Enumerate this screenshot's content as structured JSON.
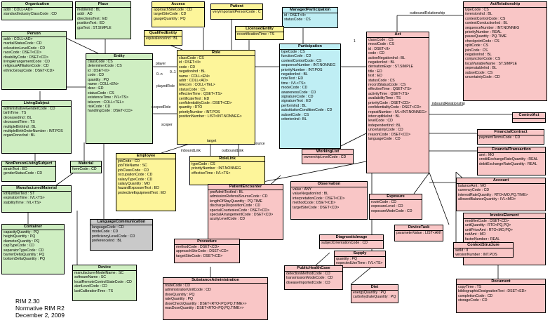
{
  "caption": [
    "RIM 2.30",
    "Normative RIM R2",
    "December 2, 2009"
  ],
  "classes": [
    {
      "id": "organization",
      "title": "Organization",
      "color": "g",
      "attrs": [
        "addr : COLL<AD>",
        "standardIndustryClassCode : CD"
      ]
    },
    {
      "id": "place",
      "title": "Place",
      "color": "g",
      "attrs": [
        "mobileInd : BL",
        "addr : AD",
        "directionsText : ED",
        "positionText : ED",
        "gpsText : ST.SIMPLE"
      ]
    },
    {
      "id": "access",
      "title": "Access",
      "color": "y",
      "attrs": [
        "approachSiteCode : CD",
        "targetSiteCode : CD",
        "gaugeQuantity : PQ"
      ]
    },
    {
      "id": "patient",
      "title": "Patient",
      "color": "y",
      "attrs": [
        "veryImportantPersonCode : CD"
      ]
    },
    {
      "id": "managed-participation",
      "title": "ManagedParticipation",
      "color": "c",
      "attrs": [
        "id : DSET<II>",
        "statusCode : CS"
      ]
    },
    {
      "id": "act-relationship",
      "title": "ActRelationship",
      "color": "p",
      "attrs": [
        "typeCode : CS",
        "inversionInd : BL",
        "contextControlCode : CS",
        "contextConductionInd : BL",
        "sequenceNumber : INT.NONNEG",
        "priorityNumber : REAL",
        "pauseQuantity : PQ.TIME",
        "checkpointCode : CS",
        "splitCode : CS",
        "joinCode : CS",
        "negationInd : BL",
        "conjunctionCode : CS",
        "localVariableName : ST.SIMPLE",
        "seperatableInd : BL",
        "subsetCode : CS",
        "uncertaintyCode : CD"
      ]
    },
    {
      "id": "person",
      "title": "Person",
      "color": "g",
      "attrs": [
        "addr : COLL<AD>",
        "maritalStatusCode : CD",
        "educationLevelCode : CD",
        "raceCode : DSET<CD>",
        "disabilityCode : DSET<CD>",
        "livingArrangementCode : CD",
        "religiousAffiliationCode : CD",
        "ethnicGroupCode : DSET<CD>"
      ]
    },
    {
      "id": "qualified-entity",
      "title": "QualifiedEntity",
      "color": "y",
      "attrs": [
        "equivalenceInd : BL"
      ]
    },
    {
      "id": "licensed-entity",
      "title": "LicensedEntity",
      "color": "y",
      "attrs": [
        "recertificationTime : TS"
      ]
    },
    {
      "id": "entity",
      "title": "Entity",
      "color": "g",
      "attrs": [
        "classCode : CS",
        "determinerCode : CS",
        "id : DSET<II>",
        "code : CD",
        "quantity : PQ",
        "name : COLL<EN>",
        "desc : ED",
        "statusCode : CS",
        "existenceTime : IVL<TS>",
        "telecom : COLL<TEL>",
        "riskCode : CD",
        "handlingCode : DSET<CD>"
      ]
    },
    {
      "id": "role",
      "title": "Role",
      "color": "y",
      "attrs": [
        "classCode : CS",
        "id : DSET<II>",
        "code : CD",
        "negationInd : BL",
        "name : COLL<EN>",
        "addr : COLL<AD>",
        "telecom : COLL<TEL>",
        "statusCode : CS",
        "effectiveTime : QSET<TS>",
        "certificateText : ED",
        "confidentialityCode : DSET<CD>",
        "quantity : RTO",
        "priorityNumber : INT.POS",
        "positionNumber : LIST<INT.NONNEG>"
      ]
    },
    {
      "id": "participation",
      "title": "Participation",
      "color": "c",
      "attrs": [
        "typeCode : CS",
        "functionCode : CD",
        "contextControlCode : CS",
        "sequenceNumber : INT.NONNEG",
        "priorityNumber : INT.POS",
        "negationInd : BL",
        "noteText : ED",
        "time : IVL<TS>",
        "modeCode : CD",
        "awarenessCode : CD",
        "signatureCode : CD",
        "signatureText : ED",
        "performInd : BL",
        "substitutionConditionCode : CD",
        "subsetCode : CS",
        "criterionInd : BL"
      ]
    },
    {
      "id": "act",
      "title": "Act",
      "color": "p",
      "attrs": [
        "classCode : CS",
        "moodCode : CS",
        "id : DSET<II>",
        "code : CD",
        "actionNegationInd : BL",
        "negationInd : BL",
        "derivationExpr : ST.SIMPLE",
        "title : ED",
        "text : ED",
        "statusCode : CS",
        "recordStatusCode : CS",
        "effectiveTime : QSET<TS>",
        "activityTime : QSET<TS>",
        "availabilityTime : TS",
        "priorityCode : DSET<CD>",
        "confidentialityCode : DSET<CD>",
        "repeatNumber : IVL<INT.NONNEG>",
        "interruptibleInd : BL",
        "levelCode : CD",
        "independentInd : BL",
        "uncertaintyCode : CD",
        "reasonCode : DSET<CD>",
        "languageCode : CD"
      ]
    },
    {
      "id": "living-subject",
      "title": "LivingSubject",
      "color": "g",
      "attrs": [
        "administrativeGenderCode : CD",
        "birthTime : TS",
        "deceasedInd : BL",
        "deceasedTime : TS",
        "multipleBirthInd : BL",
        "multipleBirthOrderNumber : INT.POS",
        "organDonorInd : BL"
      ]
    },
    {
      "id": "control-act",
      "title": "ControlAct",
      "color": "p",
      "attrs": []
    },
    {
      "id": "financial-contract",
      "title": "FinancialContract",
      "color": "p",
      "attrs": [
        "paymentTermsCode : CD"
      ]
    },
    {
      "id": "financial-transaction",
      "title": "FinancialTransaction",
      "color": "p",
      "attrs": [
        "amt : MO",
        "creditExchangeRateQuantity : REAL",
        "debitExchangeRateQuantity : REAL"
      ]
    },
    {
      "id": "non-person-living-subject",
      "title": "NonPersonLivingSubject",
      "color": "g",
      "attrs": [
        "strainText : ED",
        "genderStatusCode : CD"
      ]
    },
    {
      "id": "material",
      "title": "Material",
      "color": "g",
      "attrs": [
        "formCode : CD"
      ]
    },
    {
      "id": "employee",
      "title": "Employee",
      "color": "y",
      "attrs": [
        "jobCode : CD",
        "jobTitleName : SC",
        "jobClassCode : CD",
        "occupationCode : CD",
        "salaryTypeCode : CD",
        "salaryQuantity : MO",
        "hazardExposureText : ED",
        "protectiveEquipmentText : ED"
      ]
    },
    {
      "id": "role-link",
      "title": "RoleLink",
      "color": "y",
      "attrs": [
        "typeCode : CS",
        "priorityNumber : INT.NONNEG",
        "effectiveTime : IVL<TS>"
      ]
    },
    {
      "id": "working-list",
      "title": "WorkingList",
      "color": "p",
      "attrs": [
        "ownershipLevelCode : CD"
      ]
    },
    {
      "id": "manufactured-material",
      "title": "ManufacturedMaterial",
      "color": "g",
      "attrs": [
        "lotNumberText : ST",
        "expirationTime : IVL<TS>",
        "stabilityTime : IVL<TS>"
      ]
    },
    {
      "id": "patient-encounter",
      "title": "PatientEncounter",
      "color": "p",
      "attrs": [
        "preAdmitTestInd : BL",
        "admissionReferralSourceCode : CD",
        "lengthOfStayQuantity : PQ.TIME",
        "dischargeDispositionCode : CD",
        "specialCourtesiesCode : DSET<CD>",
        "specialArrangementCode : DSET<CD>",
        "acuityLevelCode : CD"
      ]
    },
    {
      "id": "observation",
      "title": "Observation",
      "color": "p",
      "attrs": [
        "value : ANY",
        "valueNegationInd : BL",
        "interpretationCode : DSET<CD>",
        "methodCode : DSET<CD>",
        "targetSiteCode : DSET<CD>"
      ]
    },
    {
      "id": "exposure",
      "title": "Exposure",
      "color": "p",
      "attrs": [
        "routeCode : CD",
        "exposureLevel : CD",
        "exposureModeCode : CD"
      ]
    },
    {
      "id": "account",
      "title": "Account",
      "color": "p",
      "attrs": [
        "balanceAmt : MO",
        "currencyCode : CD",
        "interestRateQuantity : RTO<MO,PQ.TIME>",
        "allowedBalanceQuantity : IVL<MO>"
      ]
    },
    {
      "id": "container",
      "title": "Container",
      "color": "g",
      "attrs": [
        "capacityQuantity : PQ",
        "heightQuantity : PQ",
        "diameterQuantity : PQ",
        "capTypeCode : CD",
        "separatorTypeCode : CD",
        "barrierDeltaQuantity : PQ",
        "bottomDeltaQuantity : PQ"
      ]
    },
    {
      "id": "language-communication",
      "title": "LanguageCommunication",
      "color": "gr",
      "attrs": [
        "languageCode : CD",
        "modeCode : CD",
        "proficiencyLevelCode : CD",
        "preferenceInd : BL"
      ]
    },
    {
      "id": "procedure",
      "title": "Procedure",
      "color": "p",
      "attrs": [
        "methodCode : DSET<CD>",
        "approachSiteCode : DSET<CD>",
        "targetSiteCode : DSET<CD>"
      ]
    },
    {
      "id": "diagnostic-image",
      "title": "DiagnosticImage",
      "color": "p",
      "attrs": [
        "subjectOrientationCode : CD"
      ]
    },
    {
      "id": "device-task",
      "title": "DeviceTask",
      "color": "p",
      "attrs": [
        "parameterValue : LIST<ANY>"
      ]
    },
    {
      "id": "invoice-element",
      "title": "InvoiceElement",
      "color": "p",
      "attrs": [
        "modifierCode : DSET<CD>",
        "unitQuantity : RTO<PQ,PQ>",
        "unitPriceAmt : RTO<MO,PQ>",
        "netAmt : MO",
        "factorNumber : REAL",
        "pointsNumber : REAL"
      ]
    },
    {
      "id": "supply",
      "title": "Supply",
      "color": "p",
      "attrs": [
        "quantity : PQ",
        "expectedUseTime : IVL<TS>"
      ]
    },
    {
      "id": "context-structure",
      "title": "ContextStructure",
      "color": "p",
      "attrs": [
        "setId : II",
        "versionNumber : INT.POS"
      ]
    },
    {
      "id": "device",
      "title": "Device",
      "color": "g",
      "attrs": [
        "manufacturerModelName : SC",
        "softwareName : SC",
        "localRemoteControlStateCode : CD",
        "alertLevelCode : CD",
        "lastCalibrationTime : TS"
      ]
    },
    {
      "id": "public-health-case",
      "title": "PublicHealthCase",
      "color": "p",
      "attrs": [
        "detectionMethodCode : CD",
        "transmissionModeCode : CD",
        "diseaseImportedCode : CD"
      ]
    },
    {
      "id": "substance-administration",
      "title": "SubstanceAdministration",
      "color": "p",
      "attrs": [
        "routeCode : CD",
        "administrationUnitCode : CD",
        "doseQuantity : PQ",
        "rateQuantity : PQ",
        "doseCheckQuantity : DSET<RTO<PQ,PQ.TIME>>",
        "maxDoseQuantity : DSET<RTO<PQ,PQ.TIME>>"
      ]
    },
    {
      "id": "diet",
      "title": "Diet",
      "color": "p",
      "attrs": [
        "energyQuantity : PQ",
        "carbohydrateQuantity : PQ"
      ]
    },
    {
      "id": "document",
      "title": "Document",
      "color": "p",
      "attrs": [
        "copyTime : TS",
        "bibliographicDesignationText : DSET<ED>",
        "completionCode : CD",
        "storageCode : CD"
      ]
    }
  ],
  "association_labels": [
    "player",
    "0..1",
    "0..n",
    "playedRole",
    "scopedRole",
    "scoper",
    "inboundLink",
    "outboundLink",
    "target",
    "source",
    "1",
    "outboundRelationship",
    "inboundRelationship"
  ]
}
